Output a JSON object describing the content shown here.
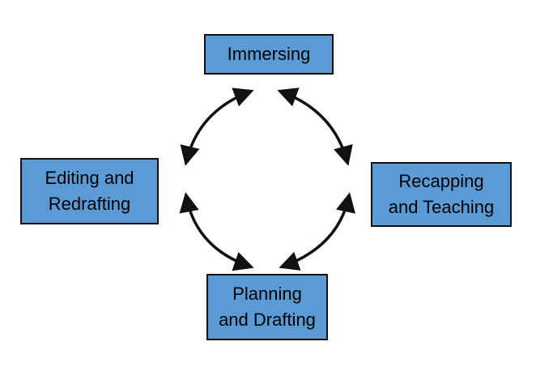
{
  "diagram": {
    "type": "cycle",
    "colors": {
      "box_fill": "#5b9bd5",
      "box_border": "#111111",
      "arrow": "#111111"
    },
    "nodes": {
      "top": {
        "lines": [
          "Immersing"
        ]
      },
      "right": {
        "lines": [
          "Recapping",
          "and Teaching"
        ]
      },
      "bottom": {
        "lines": [
          "Planning",
          "and Drafting"
        ]
      },
      "left": {
        "lines": [
          "Editing and",
          "Redrafting"
        ]
      }
    },
    "connectors": [
      {
        "from": "top",
        "to": "right",
        "style": "double-headed curved arrow"
      },
      {
        "from": "right",
        "to": "bottom",
        "style": "double-headed curved arrow"
      },
      {
        "from": "bottom",
        "to": "left",
        "style": "double-headed curved arrow"
      },
      {
        "from": "left",
        "to": "top",
        "style": "double-headed curved arrow"
      }
    ]
  }
}
